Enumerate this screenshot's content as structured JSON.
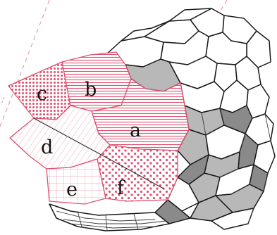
{
  "figure": {
    "regions": [
      {
        "id": "a",
        "label": "a",
        "pattern": "horizontal-stripes"
      },
      {
        "id": "b",
        "label": "b",
        "pattern": "horizontal-stripes"
      },
      {
        "id": "c",
        "label": "c",
        "pattern": "dots"
      },
      {
        "id": "d",
        "label": "d",
        "pattern": "diagonal-lines"
      },
      {
        "id": "e",
        "label": "e",
        "pattern": "grid"
      },
      {
        "id": "f",
        "label": "f",
        "pattern": "dots"
      }
    ],
    "colors": {
      "accent": "#e0506e",
      "light_accent": "#f4b8c6",
      "outline": "#1a1a1a",
      "shaded_face": "#b8b8b8",
      "dark_face": "#8a8a8a",
      "guide_line": "#e58a9c"
    }
  }
}
